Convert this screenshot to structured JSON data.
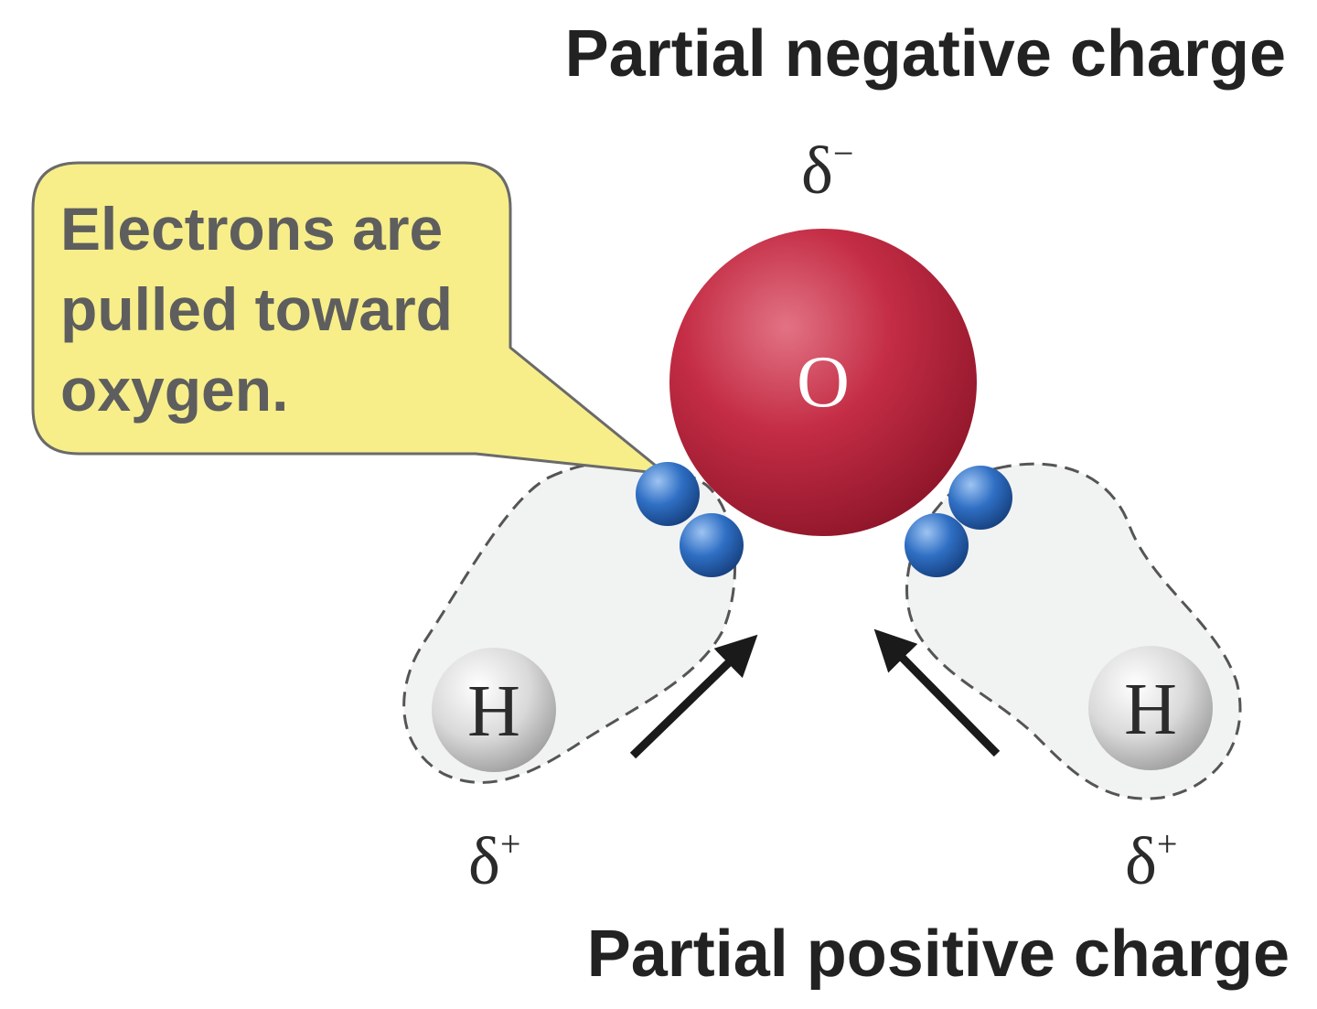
{
  "labels": {
    "partial_negative": "Partial negative charge",
    "partial_positive": "Partial positive charge",
    "delta_symbol": "δ",
    "minus_sign": "−",
    "plus_sign": "+"
  },
  "callout": {
    "lines": [
      "Electrons are",
      "pulled toward",
      "oxygen."
    ]
  },
  "atoms": {
    "oxygen": "O",
    "hydrogen_left": "H",
    "hydrogen_right": "H"
  },
  "colors": {
    "oxygen": "#c42d45",
    "electron": "#2f6fc4",
    "callout_fill": "#f7ee8a",
    "bond_region": "#f1f2f2"
  }
}
